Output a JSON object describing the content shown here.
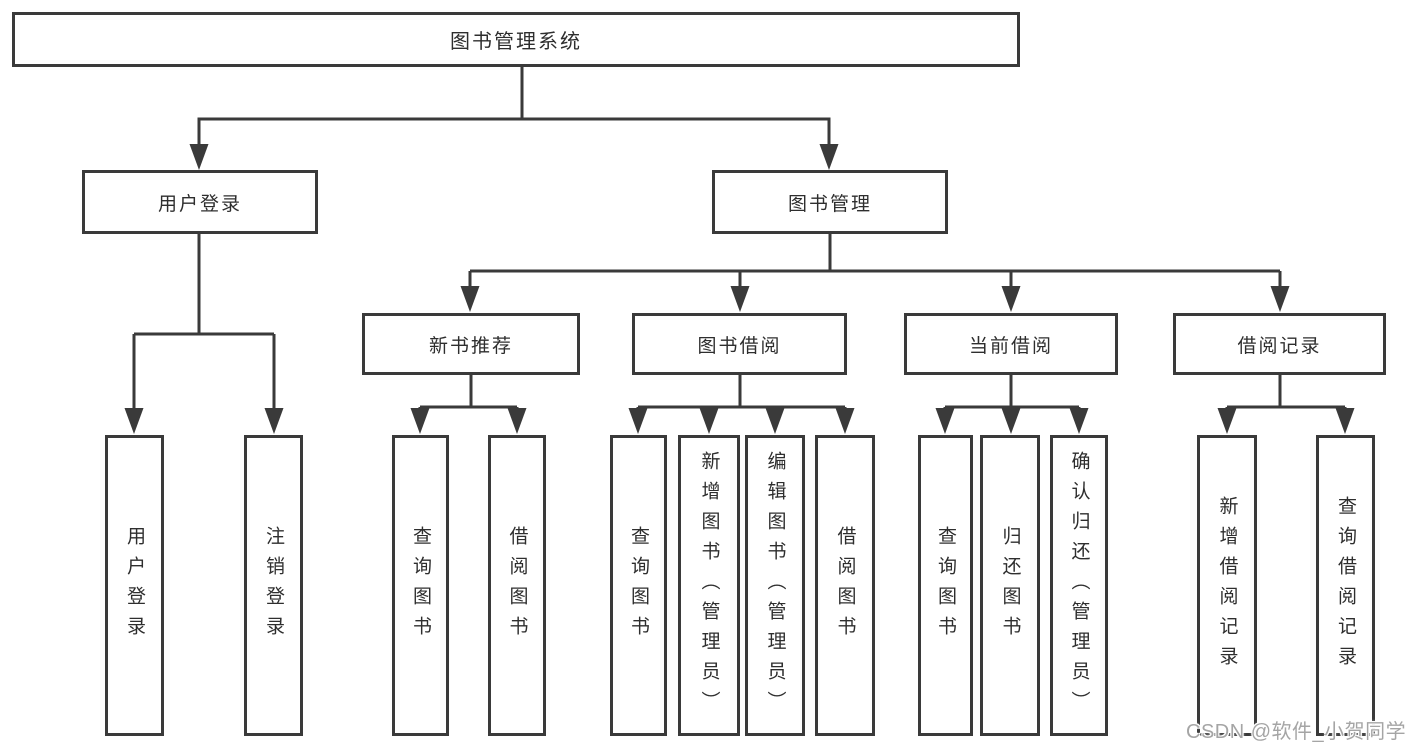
{
  "diagram": {
    "root": {
      "label": "图书管理系统",
      "children": [
        {
          "label": "用户登录",
          "children": [
            {
              "label": "用户登录"
            },
            {
              "label": "注销登录"
            }
          ]
        },
        {
          "label": "图书管理",
          "children": [
            {
              "label": "新书推荐",
              "children": [
                {
                  "label": "查询图书"
                },
                {
                  "label": "借阅图书"
                }
              ]
            },
            {
              "label": "图书借阅",
              "children": [
                {
                  "label": "查询图书"
                },
                {
                  "label": "新增图书（管理员）"
                },
                {
                  "label": "编辑图书（管理员）"
                },
                {
                  "label": "借阅图书"
                }
              ]
            },
            {
              "label": "当前借阅",
              "children": [
                {
                  "label": "查询图书"
                },
                {
                  "label": "归还图书"
                },
                {
                  "label": "确认归还（管理员）"
                }
              ]
            },
            {
              "label": "借阅记录",
              "children": [
                {
                  "label": "新增借阅记录"
                },
                {
                  "label": "查询借阅记录"
                }
              ]
            }
          ]
        }
      ]
    }
  },
  "watermark": {
    "text": "CSDN @软件_小贺同学"
  },
  "colors": {
    "line": "#3a3a3a",
    "text": "#2e2e2e",
    "background": "#ffffff",
    "watermark": "#a5a5a5"
  }
}
